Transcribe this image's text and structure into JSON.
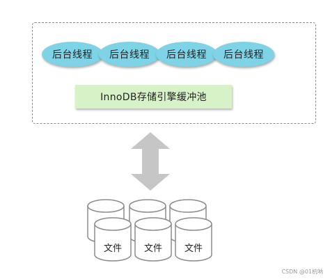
{
  "threads": [
    {
      "label": "后台线程"
    },
    {
      "label": "后台线程"
    },
    {
      "label": "后台线程"
    },
    {
      "label": "后台线程"
    }
  ],
  "buffer_pool": {
    "label": "InnoDB存储引擎缓冲池"
  },
  "files": [
    {
      "label": "文件"
    },
    {
      "label": "文件"
    },
    {
      "label": "文件"
    }
  ],
  "watermark": "CSDN @01杭呐",
  "colors": {
    "thread_fill": "#7ed3e6",
    "pool_fill": "#d8f2c8",
    "arrow_fill": "#c6c6c6",
    "disk_stroke": "#8c8c8c"
  }
}
